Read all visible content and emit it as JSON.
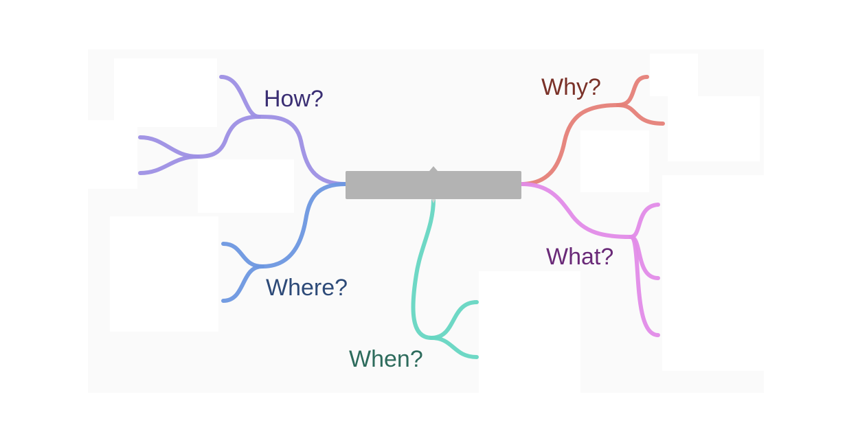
{
  "branches": {
    "how": {
      "label": "How?",
      "color": "#9d8fe4",
      "text_color": "#3a2e73"
    },
    "where": {
      "label": "Where?",
      "color": "#6d97e0",
      "text_color": "#2d4a78"
    },
    "when": {
      "label": "When?",
      "color": "#66d6c2",
      "text_color": "#2d6b5c"
    },
    "why": {
      "label": "Why?",
      "color": "#e58078",
      "text_color": "#7a3128"
    },
    "what": {
      "label": "What?",
      "color": "#e28be8",
      "text_color": "#6a2a78"
    }
  },
  "center_node": {
    "color": "#b3b3b3"
  },
  "canvas": {
    "background": "#fafafa"
  }
}
